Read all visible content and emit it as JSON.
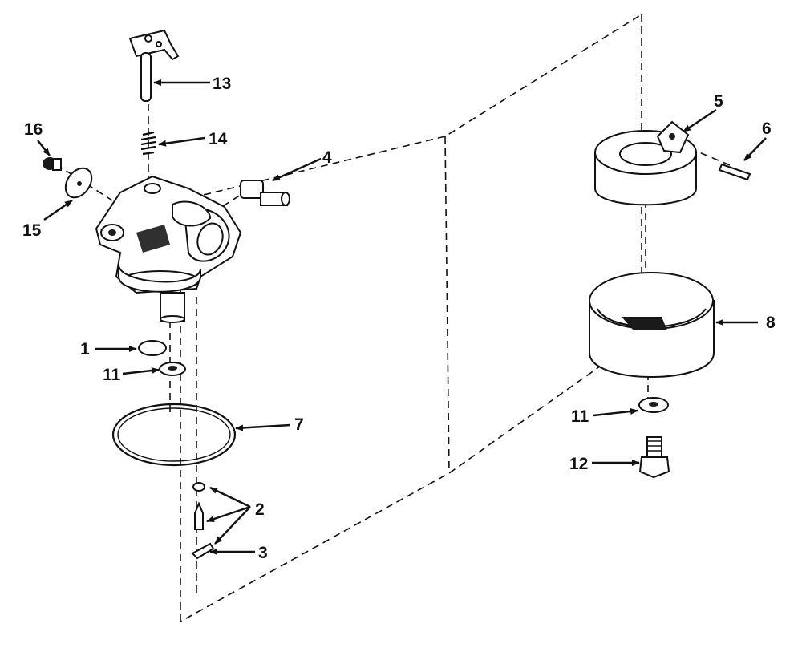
{
  "callouts": {
    "c1": "1",
    "c2": "2",
    "c3": "3",
    "c4": "4",
    "c5": "5",
    "c6": "6",
    "c7": "7",
    "c8": "8",
    "c11a": "11",
    "c11b": "11",
    "c12": "12",
    "c13": "13",
    "c14": "14",
    "c15": "15",
    "c16": "16"
  }
}
